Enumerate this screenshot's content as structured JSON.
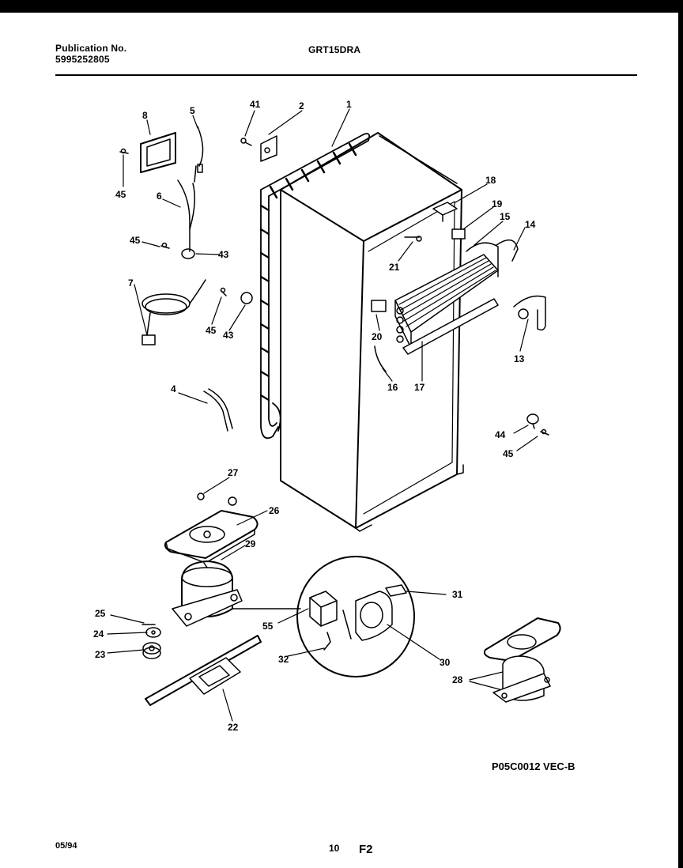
{
  "header": {
    "publication_label": "Publication No.",
    "publication_number": "5995252805",
    "model": "GRT15DRA"
  },
  "callouts": {
    "c1": "1",
    "c2": "2",
    "c4": "4",
    "c5": "5",
    "c6": "6",
    "c7": "7",
    "c8": "8",
    "c13": "13",
    "c14": "14",
    "c15": "15",
    "c16": "16",
    "c17": "17",
    "c18": "18",
    "c19": "19",
    "c20": "20",
    "c21": "21",
    "c22": "22",
    "c23": "23",
    "c24": "24",
    "c25": "25",
    "c26": "26",
    "c27": "27",
    "c28": "28",
    "c29": "29",
    "c30": "30",
    "c31": "31",
    "c32": "32",
    "c41": "41",
    "c43a": "43",
    "c43b": "43",
    "c44": "44",
    "c45a": "45",
    "c45b": "45",
    "c45c": "45",
    "c45d": "45",
    "c55": "55"
  },
  "footer": {
    "drawing_code": "P05C0012 VEC-B",
    "date": "05/94",
    "page": "10",
    "figure": "F2"
  }
}
